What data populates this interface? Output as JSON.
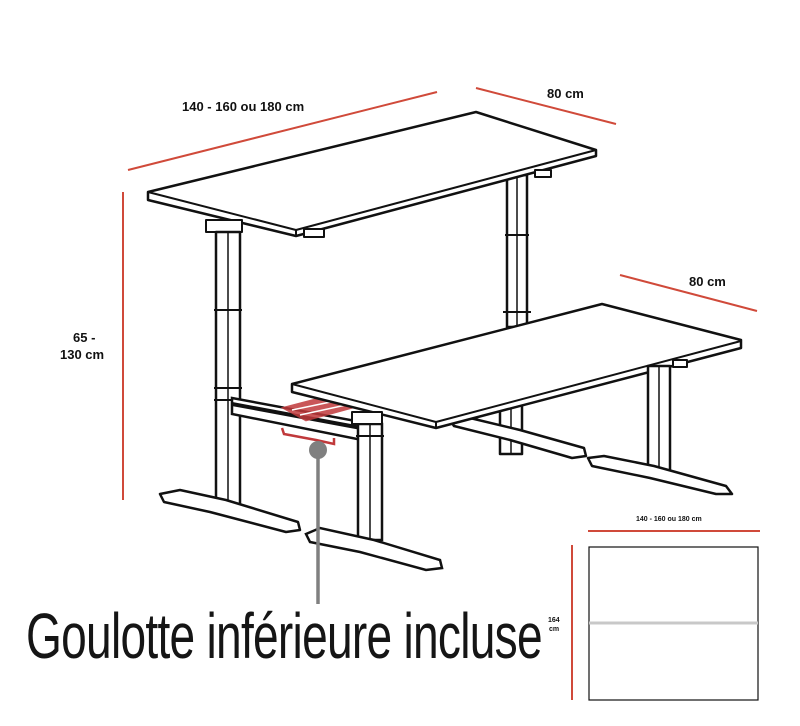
{
  "diagram": {
    "subject": "Bureau réglable en hauteur (bench 2 postes)",
    "colors": {
      "dimension_line": "#d04a3a",
      "outline": "#111111",
      "cable_tray": "#c0393b",
      "pointer": "#808080"
    },
    "dimensions": {
      "top_length": "140 - 160 ou 180 cm",
      "top_depth_back": "80 cm",
      "top_depth_front": "80 cm",
      "height_line1": "65 -",
      "height_line2": "130 cm"
    },
    "plan_view": {
      "width_label": "140 - 160 ou 180 cm",
      "depth_line1": "164",
      "depth_line2": "cm"
    },
    "caption": "Goulotte inférieure incluse"
  }
}
